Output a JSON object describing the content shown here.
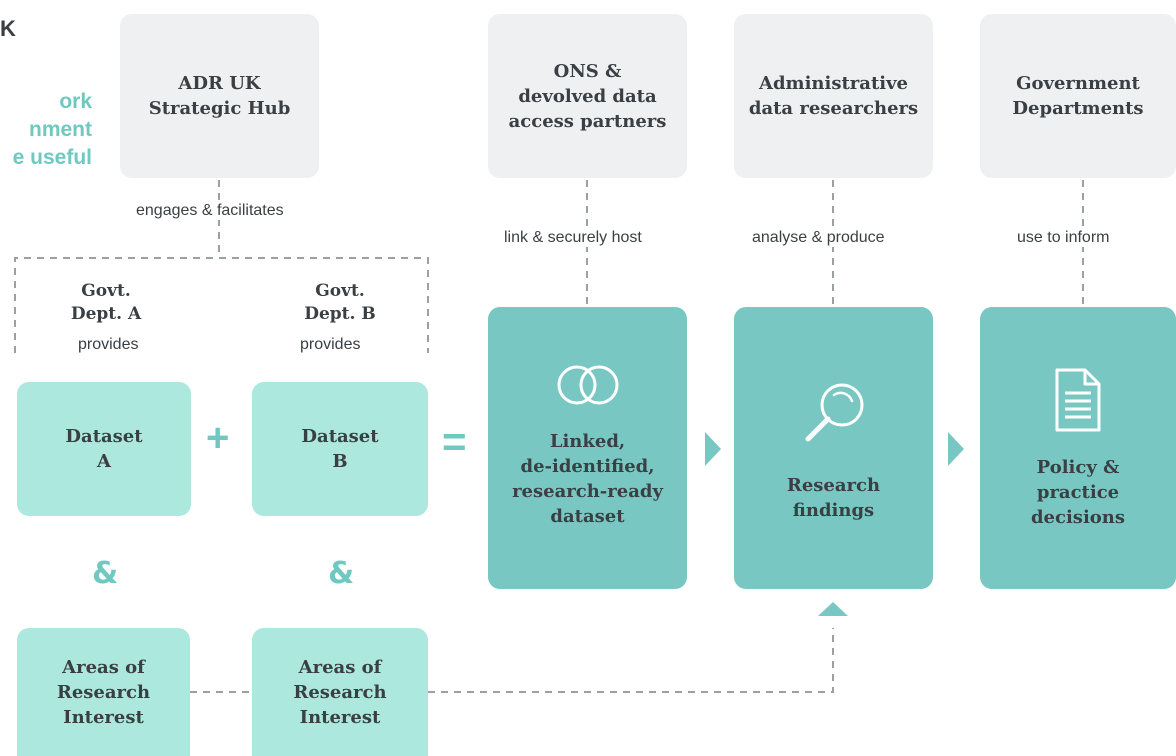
{
  "left_text": {
    "title_fragment": "K",
    "subtitle_fragment": "ork\nnment\ne useful"
  },
  "top_boxes": {
    "hub": "ADR UK\nStrategic Hub",
    "ons": "ONS &\ndevolved data\naccess partners",
    "researchers": "Administrative\ndata researchers",
    "govt": "Government\nDepartments"
  },
  "connector_labels": {
    "hub": "engages & facilitates",
    "ons": "link & securely host",
    "researchers": "analyse & produce",
    "govt": "use to inform"
  },
  "departments": {
    "a_name": "Govt.\nDept. A",
    "b_name": "Govt.\nDept. B",
    "provides": "provides"
  },
  "datasets": {
    "a": "Dataset\nA",
    "b": "Dataset\nB",
    "plus": "+",
    "equals": "="
  },
  "ampersand": "&",
  "ari": {
    "a": "Areas of\nResearch\nInterest",
    "b": "Areas of\nResearch\nInterest"
  },
  "outputs": {
    "linked": "Linked,\nde-identified,\nresearch-ready\ndataset",
    "findings": "Research\nfindings",
    "decisions": "Policy &\npractice\ndecisions"
  },
  "colors": {
    "teal": "#78c7c3",
    "mint": "#ace8dd",
    "grey": "#eef0f2",
    "accent": "#6fc9c1"
  }
}
